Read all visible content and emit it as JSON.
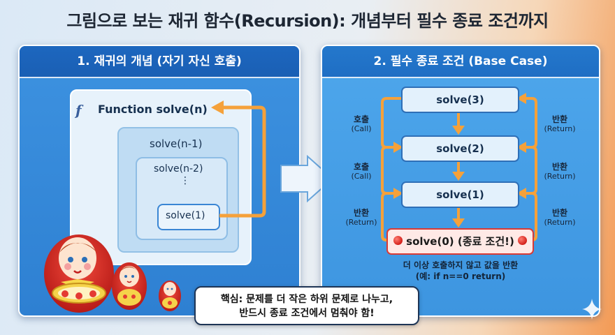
{
  "title": "그림으로 보는 재귀 함수(Recursion): 개념부터 필수 종료 조건까지",
  "panel1": {
    "heading": "1. 재귀의 개념 (자기 자신 호출)",
    "fn_icon": "f",
    "fn_label": "Function solve(n)",
    "nested": [
      "solve(n-1)",
      "solve(n-2)",
      "⋮",
      "solve(1)"
    ]
  },
  "panel2": {
    "heading": "2. 필수 종료 조건 (Base Case)",
    "boxes": [
      "solve(3)",
      "solve(2)",
      "solve(1)"
    ],
    "base_box": "solve(0) (종료 조건!)",
    "left_labels": [
      {
        "k": "호출",
        "s": "(Call)"
      },
      {
        "k": "호출",
        "s": "(Call)"
      },
      {
        "k": "반환",
        "s": "(Return)"
      }
    ],
    "right_labels": [
      {
        "k": "반환",
        "s": "(Return)"
      },
      {
        "k": "반환",
        "s": "(Return)"
      },
      {
        "k": "반환",
        "s": "(Return)"
      }
    ],
    "base_note_1": "더 이상 호출하지 않고 값을 반환",
    "base_note_2": "(예: if n==0 return)"
  },
  "callout": {
    "line1": "핵심: 문제를 더 작은 하위 문제로 나누고,",
    "line2": "반드시 종료 조건에서 멈춰야 함!"
  },
  "colors": {
    "orange_arrow": "#f5a13a",
    "stop_red": "#d93a35",
    "panel_blue": "#2e80d2"
  },
  "icons": [
    "function-icon",
    "matryoshka-doll-icon",
    "stop-icon",
    "sparkle-icon"
  ]
}
